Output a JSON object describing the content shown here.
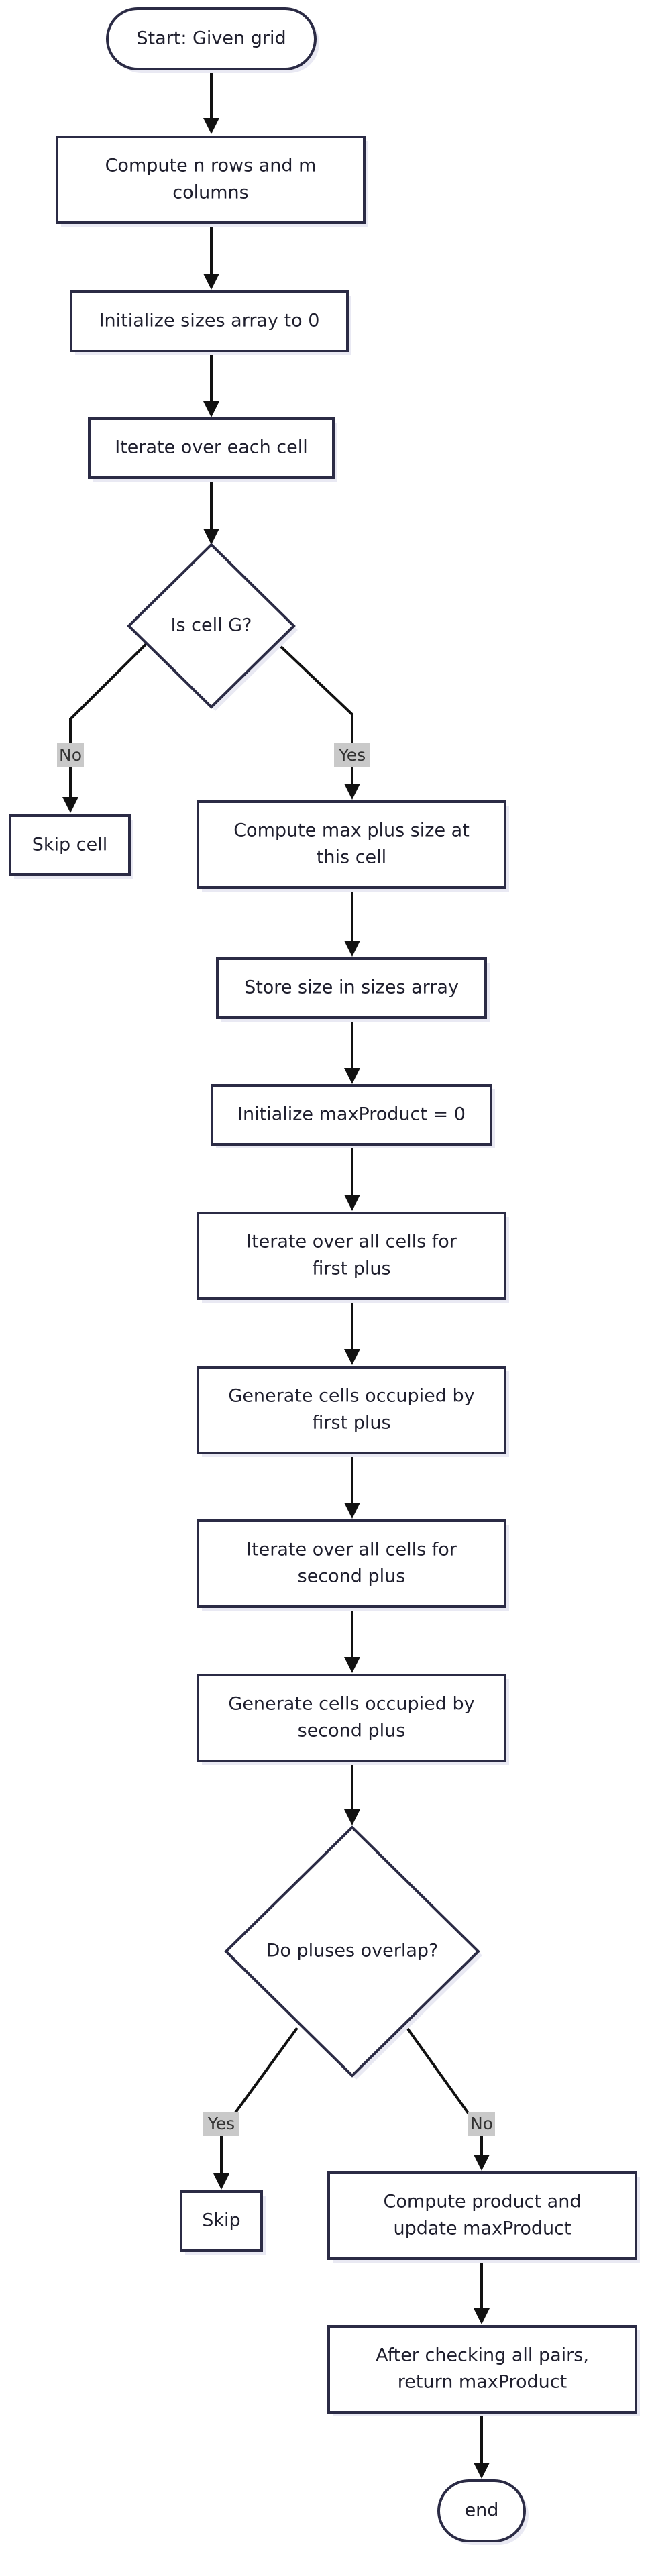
{
  "flowchart": {
    "start": "Start: Given grid",
    "compute_dims": [
      "Compute n rows and m",
      "columns"
    ],
    "init_sizes": "Initialize sizes array to 0",
    "iterate_cells": "Iterate over each cell",
    "is_cell_g": "Is cell G?",
    "skip_cell": "Skip cell",
    "compute_max_plus": [
      "Compute max plus size at",
      "this cell"
    ],
    "store_size": "Store size in sizes array",
    "init_max_product": "Initialize maxProduct = 0",
    "iterate_first": [
      "Iterate over all cells for",
      "first plus"
    ],
    "generate_first": [
      "Generate cells occupied by",
      "first plus"
    ],
    "iterate_second": [
      "Iterate over all cells for",
      "second plus"
    ],
    "generate_second": [
      "Generate cells occupied by",
      "second plus"
    ],
    "pluses_overlap": "Do pluses overlap?",
    "skip": "Skip",
    "compute_product": [
      "Compute product and",
      "update maxProduct"
    ],
    "return_result": [
      "After checking all pairs,",
      "return maxProduct"
    ],
    "end": "end"
  },
  "edge_labels": {
    "cell_g_no": "No",
    "cell_g_yes": "Yes",
    "overlap_yes": "Yes",
    "overlap_no": "No"
  }
}
